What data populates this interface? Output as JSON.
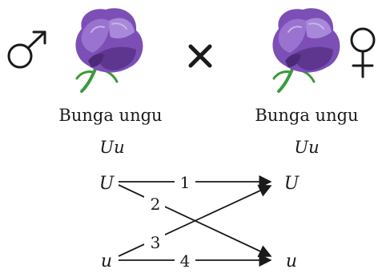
{
  "parents": {
    "male": {
      "symbol": "♂",
      "label": "Bunga ungu",
      "genotype": "Uu",
      "icon": "male-symbol-icon"
    },
    "cross": {
      "symbol": "×",
      "icon": "cross-icon"
    },
    "female": {
      "symbol": "♀",
      "label": "Bunga ungu",
      "genotype": "Uu",
      "icon": "female-symbol-icon"
    }
  },
  "crossing": {
    "left_top": "U",
    "left_bottom": "u",
    "right_top": "U",
    "right_bottom": "u",
    "paths": [
      "1",
      "2",
      "3",
      "4"
    ]
  },
  "colors": {
    "petal_dark": "#6a3f9e",
    "petal_mid": "#8c5fc4",
    "petal_light": "#b497dd",
    "stem": "#3a9a3a",
    "ink": "#1a1a1a"
  }
}
